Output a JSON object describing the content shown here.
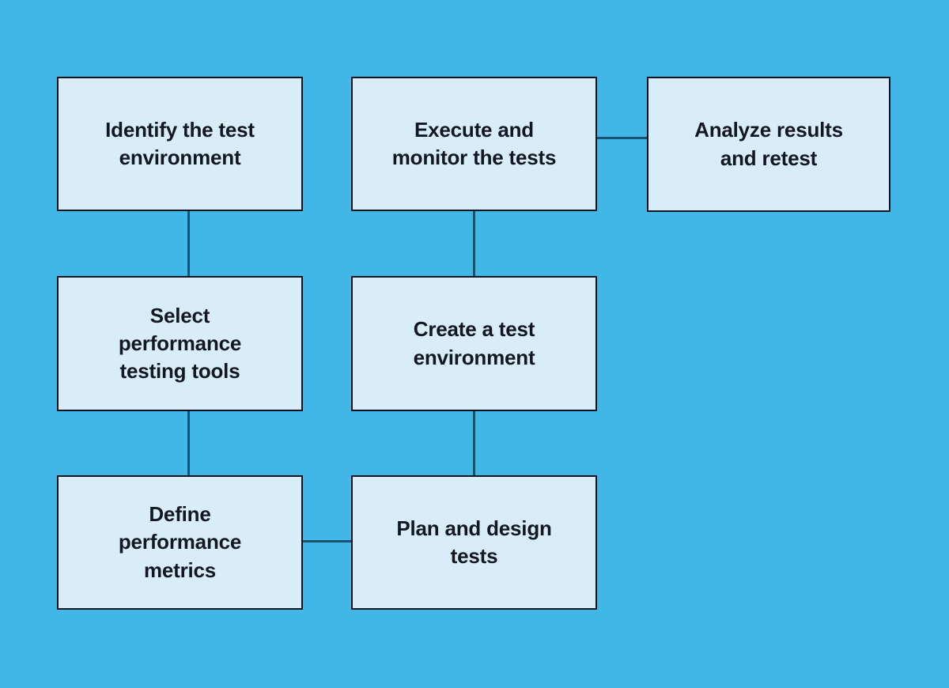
{
  "canvas": {
    "background_color": "#40B7E6"
  },
  "style": {
    "node_fill_color": "#D9EDF9",
    "node_border_color": "#0C1420",
    "connector_color": "#17536E",
    "text_color": "#121821"
  },
  "nodes": [
    {
      "id": "identify-test-environment",
      "label": "Identify the test\nenvironment"
    },
    {
      "id": "execute-monitor-tests",
      "label": "Execute and\nmonitor the tests"
    },
    {
      "id": "analyze-results-retest",
      "label": "Analyze results\nand retest"
    },
    {
      "id": "select-performance-testing-tools",
      "label": "Select\nperformance\ntesting tools"
    },
    {
      "id": "create-test-environment",
      "label": "Create a test\nenvironment"
    },
    {
      "id": "define-performance-metrics",
      "label": "Define\nperformance\nmetrics"
    },
    {
      "id": "plan-design-tests",
      "label": "Plan and design\ntests"
    }
  ],
  "connectors": [
    {
      "from": "identify-test-environment",
      "to": "select-performance-testing-tools",
      "type": "vertical"
    },
    {
      "from": "select-performance-testing-tools",
      "to": "define-performance-metrics",
      "type": "vertical"
    },
    {
      "from": "execute-monitor-tests",
      "to": "create-test-environment",
      "type": "vertical"
    },
    {
      "from": "create-test-environment",
      "to": "plan-design-tests",
      "type": "vertical"
    },
    {
      "from": "execute-monitor-tests",
      "to": "analyze-results-retest",
      "type": "horizontal"
    },
    {
      "from": "define-performance-metrics",
      "to": "plan-design-tests",
      "type": "horizontal"
    }
  ]
}
